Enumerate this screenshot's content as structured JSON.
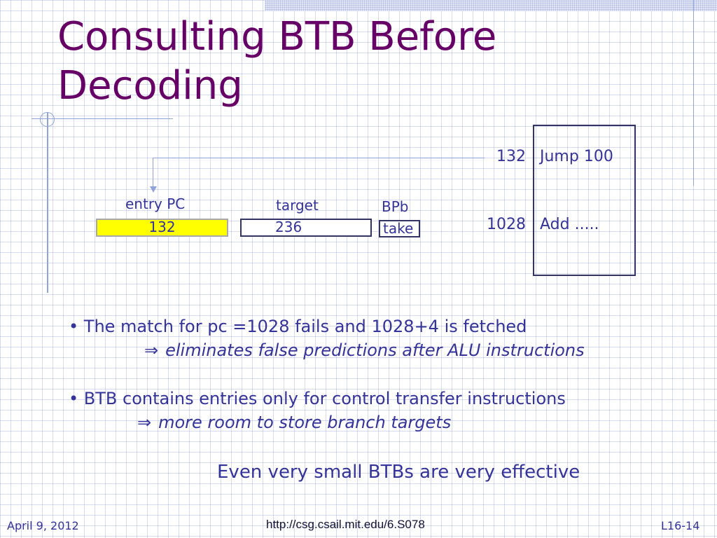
{
  "slide": {
    "title": "Consulting BTB Before Decoding"
  },
  "btb": {
    "headers": {
      "entry_pc": "entry PC",
      "target": "target",
      "bpb": "BPb"
    },
    "entry_pc_value": "132",
    "target_value": "236",
    "bpb_value": "take",
    "highlight_color": "#ffff00"
  },
  "memory": {
    "rows": [
      {
        "address": "132",
        "instruction": "Jump 100"
      },
      {
        "address": "1028",
        "instruction": "Add ....."
      }
    ]
  },
  "bullets": [
    {
      "text": "• The match for pc =1028 fails and 1028+4 is fetched",
      "sub_arrow": "⇒",
      "sub_text": "eliminates false predictions after ALU instructions"
    },
    {
      "text": "• BTB contains entries only for control transfer instructions",
      "sub_arrow": "⇒",
      "sub_text": "more room to store branch targets"
    }
  ],
  "tagline": "Even very small BTBs are very effective",
  "footer": {
    "date": "April 9, 2012",
    "url": "http://csg.csail.mit.edu/6.S078",
    "slide_number": "L16-14"
  },
  "colors": {
    "title": "#660066",
    "body_text": "#333399",
    "decor_lines": "#8ea3d8"
  }
}
